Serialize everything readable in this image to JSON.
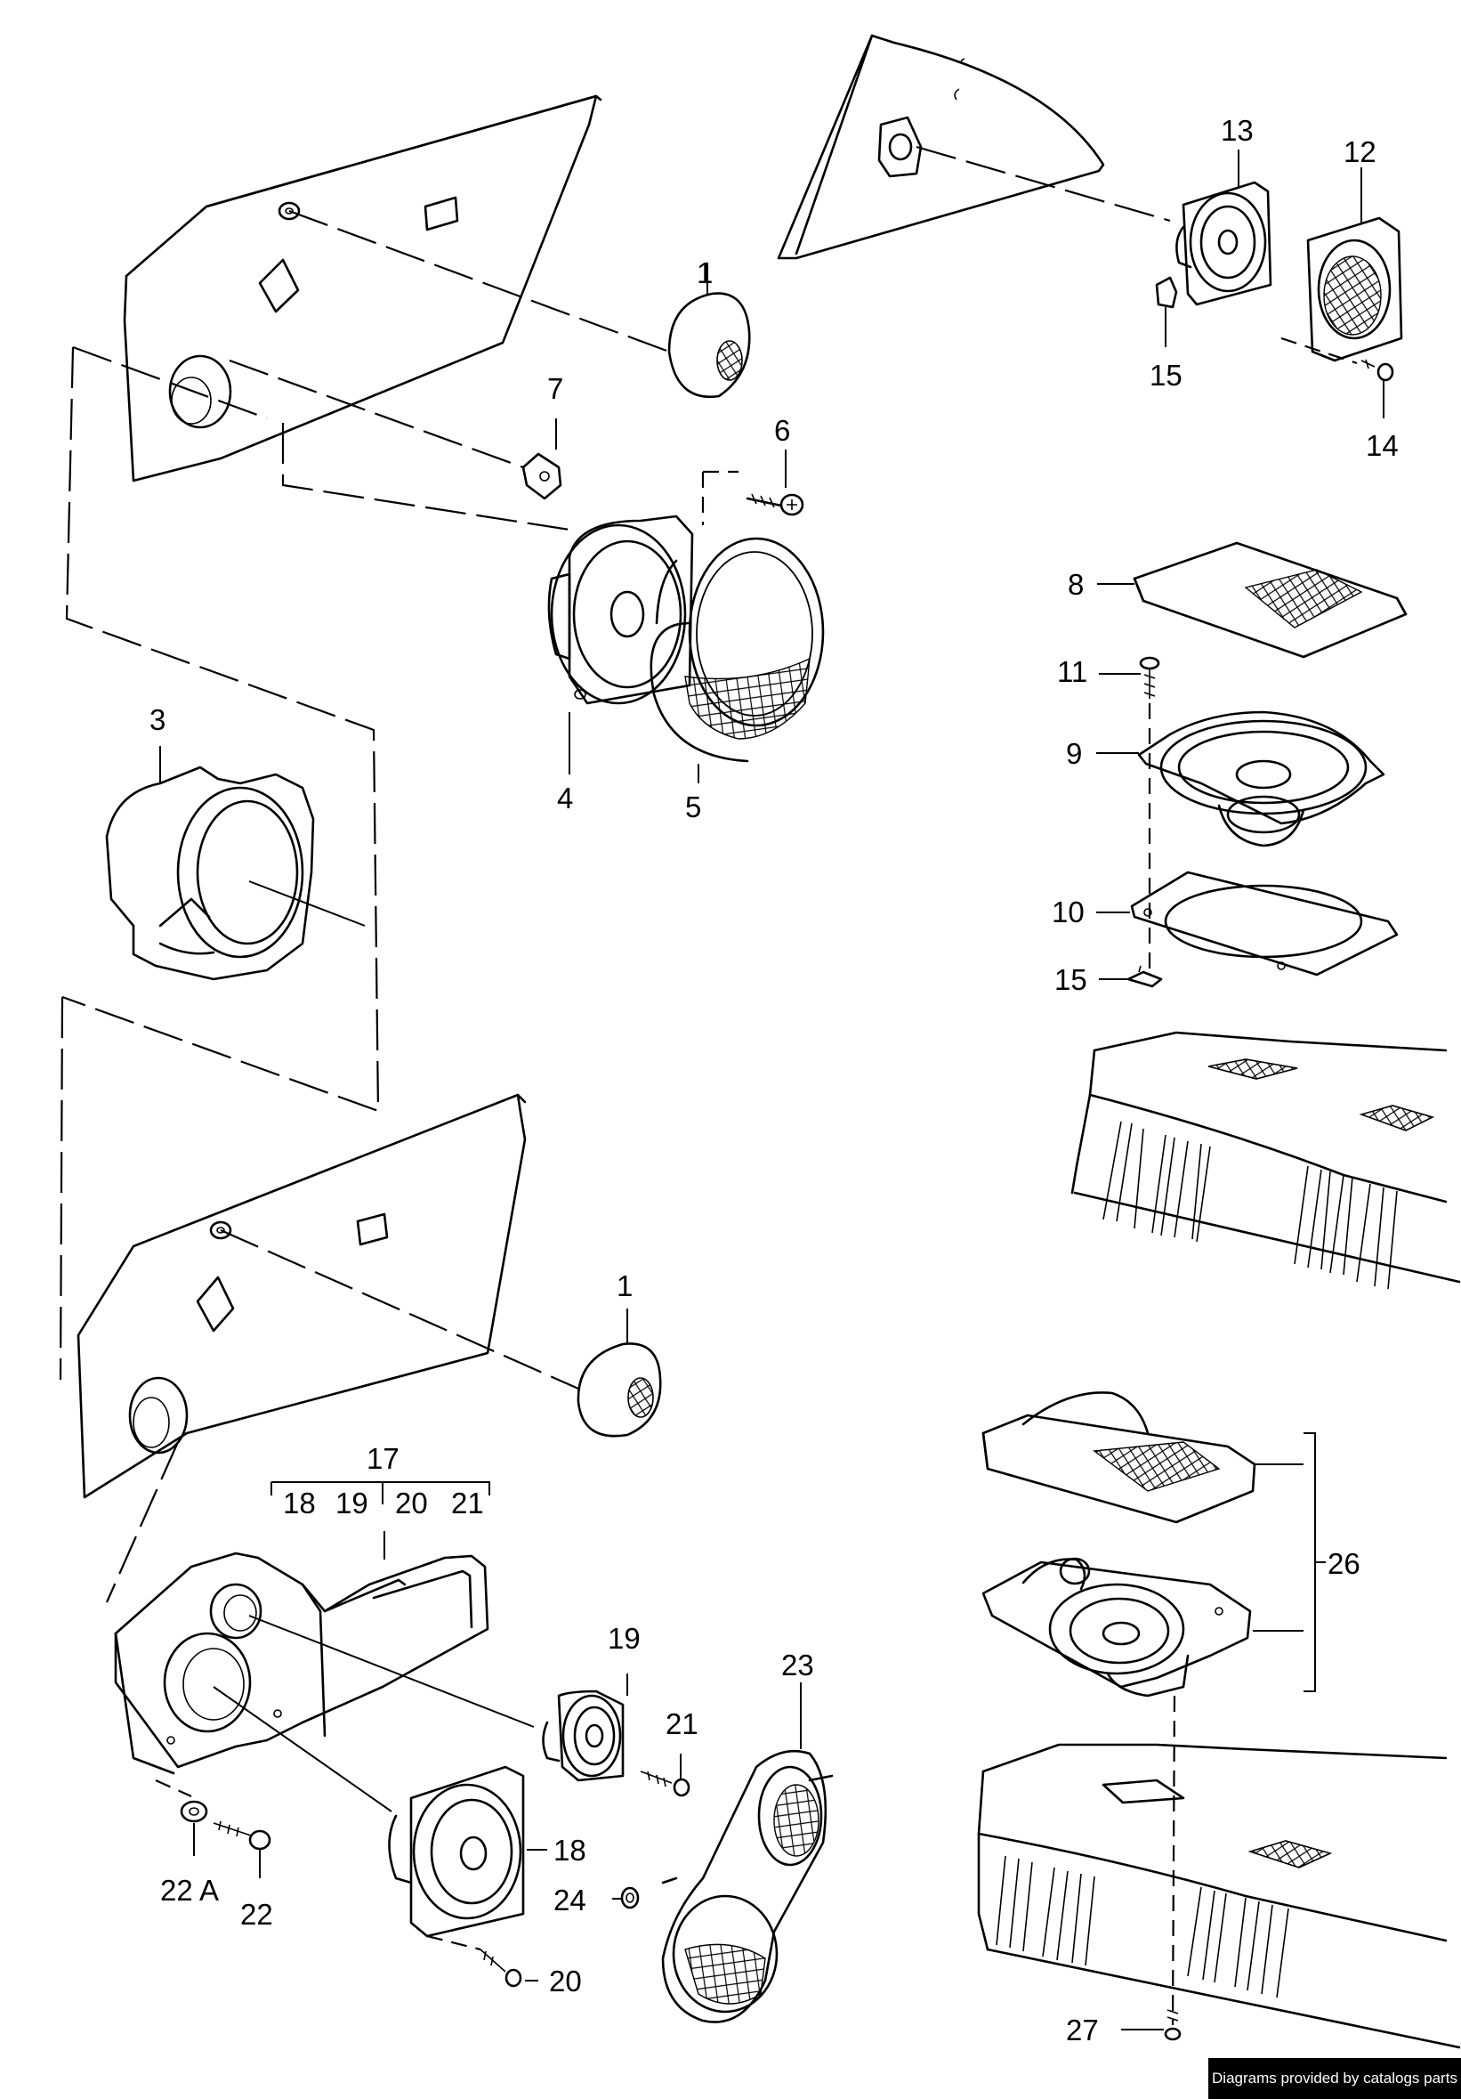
{
  "callouts": {
    "c1_top": "1",
    "c1_bottom": "1",
    "c3": "3",
    "c4": "4",
    "c5": "5",
    "c6": "6",
    "c7": "7",
    "c8": "8",
    "c9": "9",
    "c10": "10",
    "c11": "11",
    "c12": "12",
    "c13": "13",
    "c14": "14",
    "c15_top": "15",
    "c15_mid": "15",
    "c17": "17",
    "c17_18": "18",
    "c17_19": "19",
    "c17_20": "20",
    "c17_21": "21",
    "c18": "18",
    "c19": "19",
    "c20": "20",
    "c21": "21",
    "c22": "22",
    "c22a": "22 A",
    "c23": "23",
    "c24": "24",
    "c26": "26",
    "c27": "27"
  },
  "footer": {
    "credit": "Diagrams provided by catalogs parts"
  },
  "colors": {
    "line": "#000000",
    "background": "#ffffff",
    "footer_bg": "#000000",
    "footer_text": "#ffffff"
  }
}
